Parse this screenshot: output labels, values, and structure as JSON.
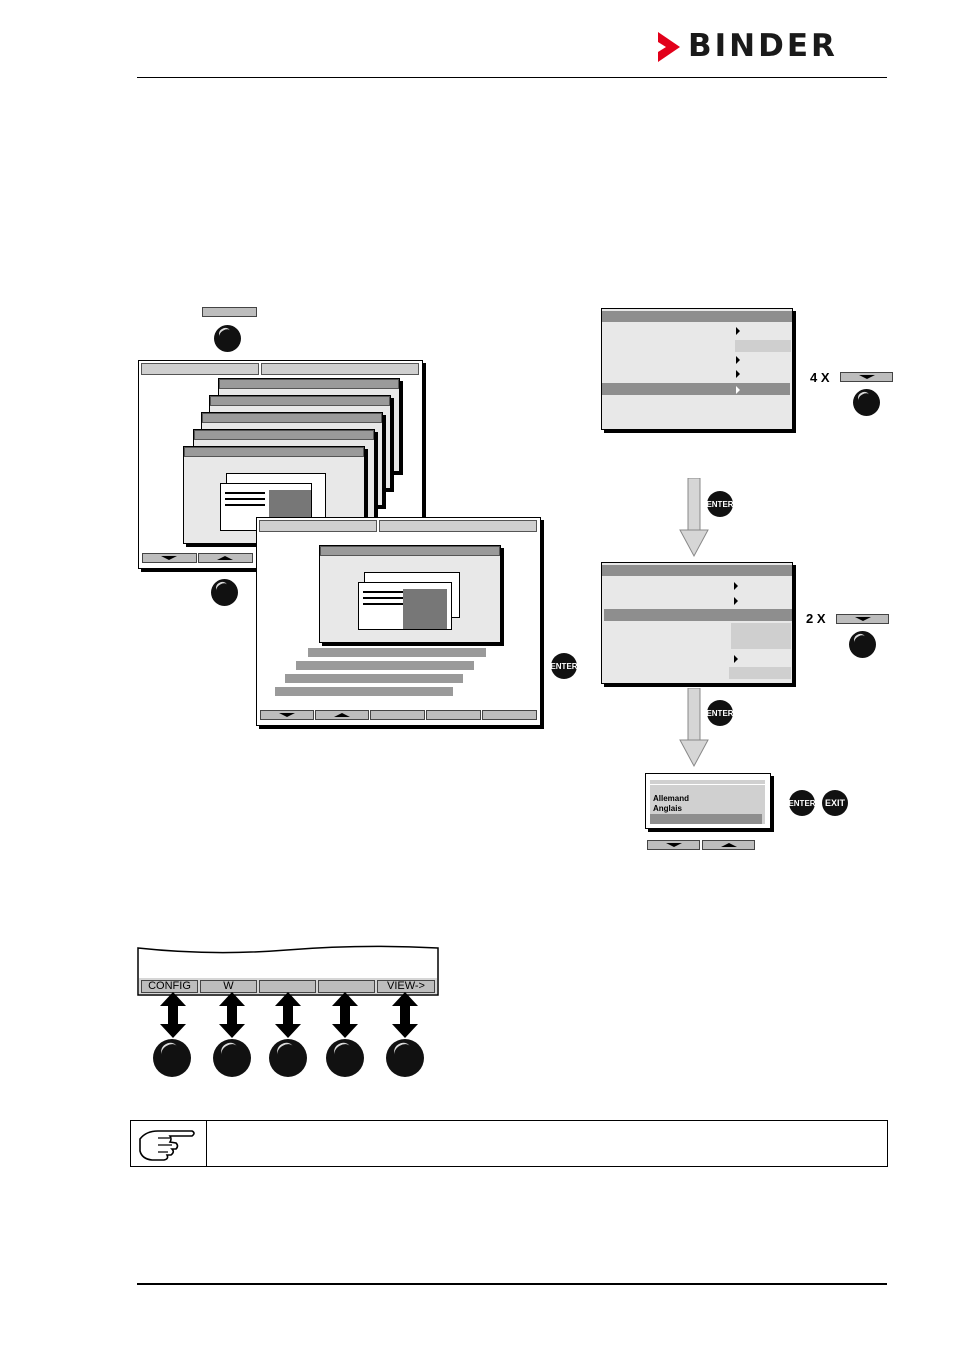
{
  "header": {
    "brand": "BINDER",
    "brand_color": "#e2001a"
  },
  "steps": {
    "down_4": "4 X",
    "down_2": "2 X"
  },
  "keys": {
    "enter": "ENTER",
    "exit": "EXIT"
  },
  "language_list": {
    "items": [
      "Allemand",
      "Anglais"
    ]
  },
  "function_keys": {
    "labels": [
      "CONFIG",
      "W",
      "",
      "",
      "VIEW->"
    ]
  },
  "icons": {
    "note": "pointing-hand-icon",
    "knob": "knob-icon",
    "arrow": "double-arrow-icon"
  }
}
